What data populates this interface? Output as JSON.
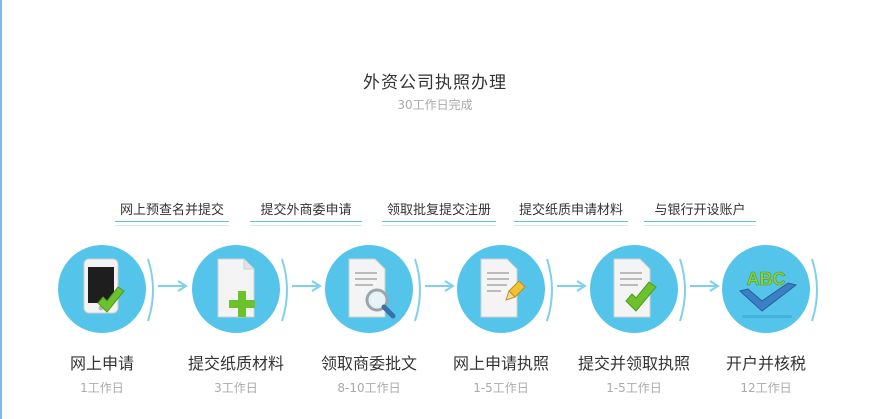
{
  "header": {
    "title": "外资公司执照办理",
    "subtitle": "30工作日完成"
  },
  "top_links": [
    "网上预查名并提交",
    "提交外商委申请",
    "领取批复提交注册",
    "提交纸质申请材料",
    "与银行开设账户"
  ],
  "steps": [
    {
      "label": "网上申请",
      "days": "1工作日",
      "icon": "phone-check-icon"
    },
    {
      "label": "提交纸质材料",
      "days": "3工作日",
      "icon": "document-plus-icon"
    },
    {
      "label": "领取商委批文",
      "days": "8-10工作日",
      "icon": "document-search-icon"
    },
    {
      "label": "网上申请执照",
      "days": "1-5工作日",
      "icon": "document-pencil-icon"
    },
    {
      "label": "提交并领取执照",
      "days": "1-5工作日",
      "icon": "document-check-icon"
    },
    {
      "label": "开户并核税",
      "days": "12工作日",
      "icon": "abc-check-icon"
    }
  ],
  "icon_texts": {
    "abc": "ABC"
  },
  "colors": {
    "accent": "#55c4ea",
    "check_green": "#6cc22c",
    "arrow_blue": "#7fd0ee"
  }
}
